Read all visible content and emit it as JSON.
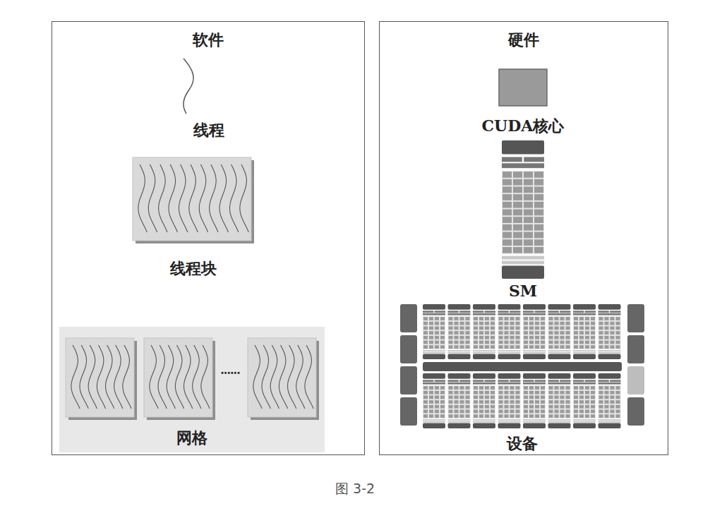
{
  "diagram": {
    "caption": "图 3-2",
    "nodes": [
      {
        "text": [
          "软件"
        ]
      },
      {
        "text": [
          "线程块"
        ],
        "in": 0
      },
      {
        "text": [
          "网格"
        ],
        "in": 0
      },
      {
        "text": [
          "硬件"
        ]
      },
      {
        "text": [
          "CUDA核心"
        ],
        "in": 3
      },
      {
        "text": [
          "SM"
        ],
        "in": 3
      },
      {
        "text": [
          "设备"
        ],
        "in": 3
      }
    ],
    "labels": [
      "线程",
      "......"
    ]
  }
}
